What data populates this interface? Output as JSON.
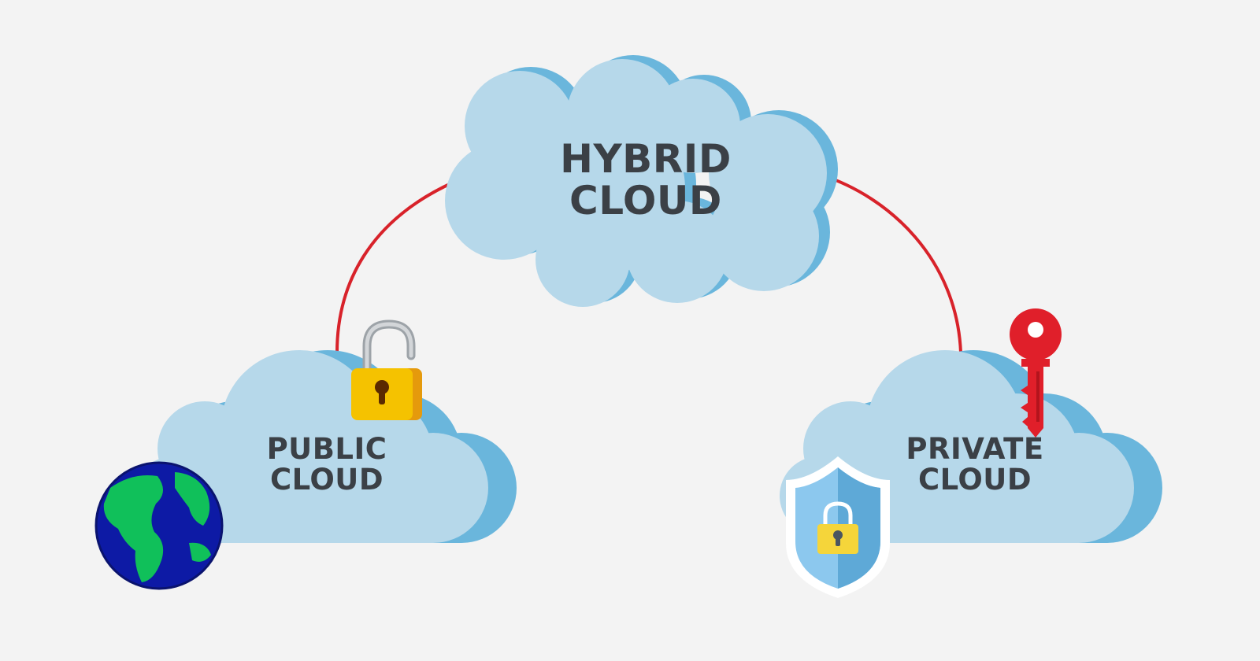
{
  "diagram": {
    "hybrid_cloud": {
      "line1": "HYBRID",
      "line2": "CLOUD"
    },
    "public_cloud": {
      "line1": "PUBLIC",
      "line2": "CLOUD"
    },
    "private_cloud": {
      "line1": "PRIVATE",
      "line2": "CLOUD"
    }
  },
  "icons": [
    "globe-icon",
    "open-padlock-icon",
    "key-icon",
    "shield-lock-icon"
  ],
  "colors": {
    "background": "#f3f3f3",
    "cloud_fill": "#b6d8ea",
    "cloud_shadow": "#6ab6dc",
    "connector": "#d8222a",
    "text": "#3b4046",
    "padlock": "#f5c200",
    "key": "#e01f2a",
    "globe_ocean": "#0d1aa5",
    "globe_land": "#10c05a"
  }
}
